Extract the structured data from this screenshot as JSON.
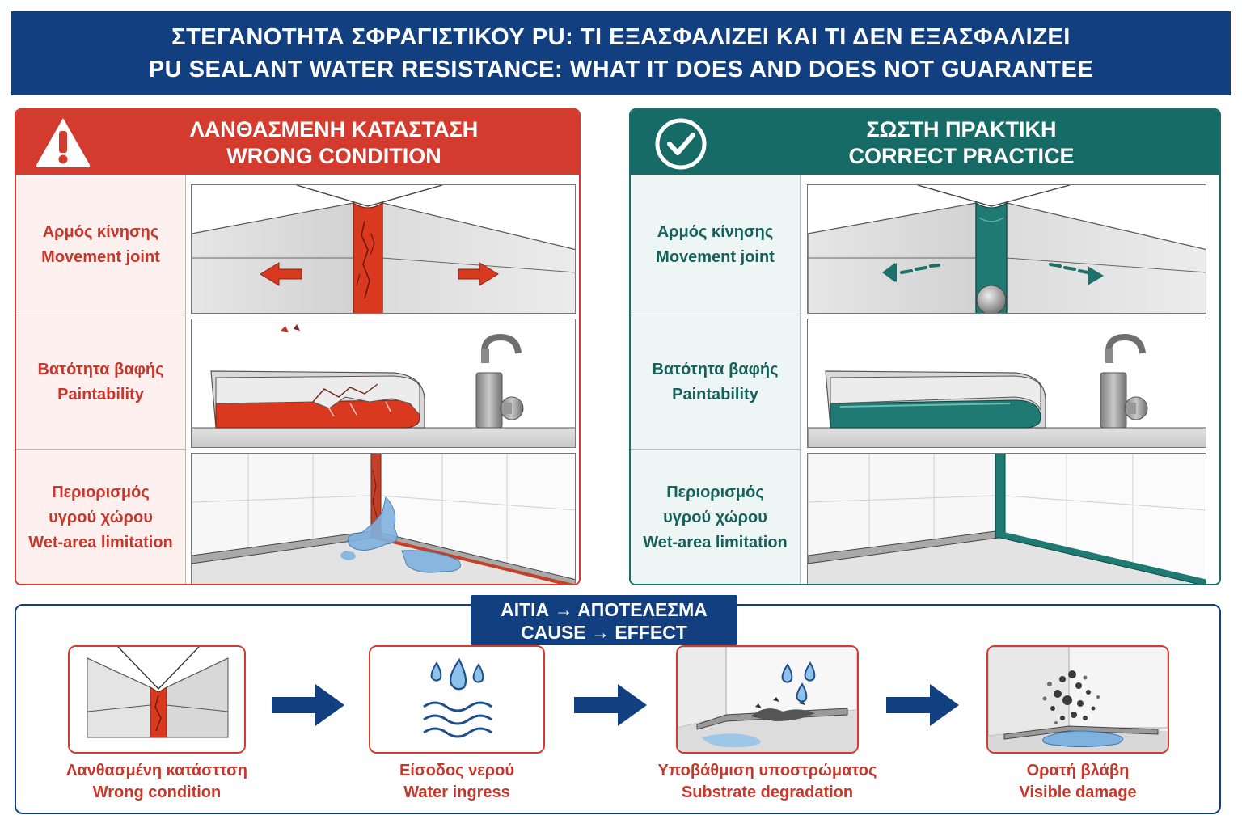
{
  "title": {
    "greek": "ΣΤΕΓΑΝΟΤΗΤΑ ΣΦΡΑΓΙΣΤΙΚΟΥ PU: ΤΙ ΕΞΑΣΦΑΛΙΖΕΙ ΚΑΙ ΤΙ ΔΕΝ ΕΞΑΣΦΑΛΙΖΕΙ",
    "english": "PU SEALANT WATER RESISTANCE: WHAT IT DOES AND DOES NOT GUARANTEE"
  },
  "wrong_panel": {
    "title_greek": "ΛΑΝΘΑΣΜΕΝΗ ΚΑΤΑΣΤΑΣΗ",
    "title_english": "WRONG CONDITION",
    "icon": "warning-triangle-icon",
    "color": "#d23b2e",
    "rows": [
      {
        "greek": "Αρμός κίνησης",
        "english": "Movement joint"
      },
      {
        "greek": "Βατότητα βαφής",
        "english": "Paintability"
      },
      {
        "greek_line1": "Περιορισμός",
        "greek_line2": "υγρού χώρου",
        "english": "Wet-area limitation"
      }
    ]
  },
  "correct_panel": {
    "title_greek": "ΣΩΣΤΗ ΠΡΑΚΤΙΚΗ",
    "title_english": "CORRECT PRACTICE",
    "icon": "check-circle-icon",
    "color": "#176b66",
    "rows": [
      {
        "greek": "Αρμός κίνησης",
        "english": "Movement joint"
      },
      {
        "greek": "Βατότητα βαφής",
        "english": "Paintability"
      },
      {
        "greek_line1": "Περιορισμός",
        "greek_line2": "υγρού χώρου",
        "english": "Wet-area limitation"
      }
    ]
  },
  "cause_effect": {
    "title_greek": "ΑΙΤΙΑ → ΑΠΟΤΕΛΕΣΜΑ",
    "title_english": "CAUSE → EFFECT",
    "color": "#123f7f",
    "steps": [
      {
        "greek": "Λανθασμένη κατάσττση",
        "english": "Wrong condition",
        "icon": "cracked-joint-icon"
      },
      {
        "greek": "Είσοδος νερού",
        "english": "Water ingress",
        "icon": "water-drops-icon"
      },
      {
        "greek": "Υποβάθμιση υποστρώματος",
        "english": "Substrate degradation",
        "icon": "crumbling-substrate-icon"
      },
      {
        "greek": "Ορατή βλάβη",
        "english": "Visible damage",
        "icon": "mold-stain-icon"
      }
    ]
  }
}
